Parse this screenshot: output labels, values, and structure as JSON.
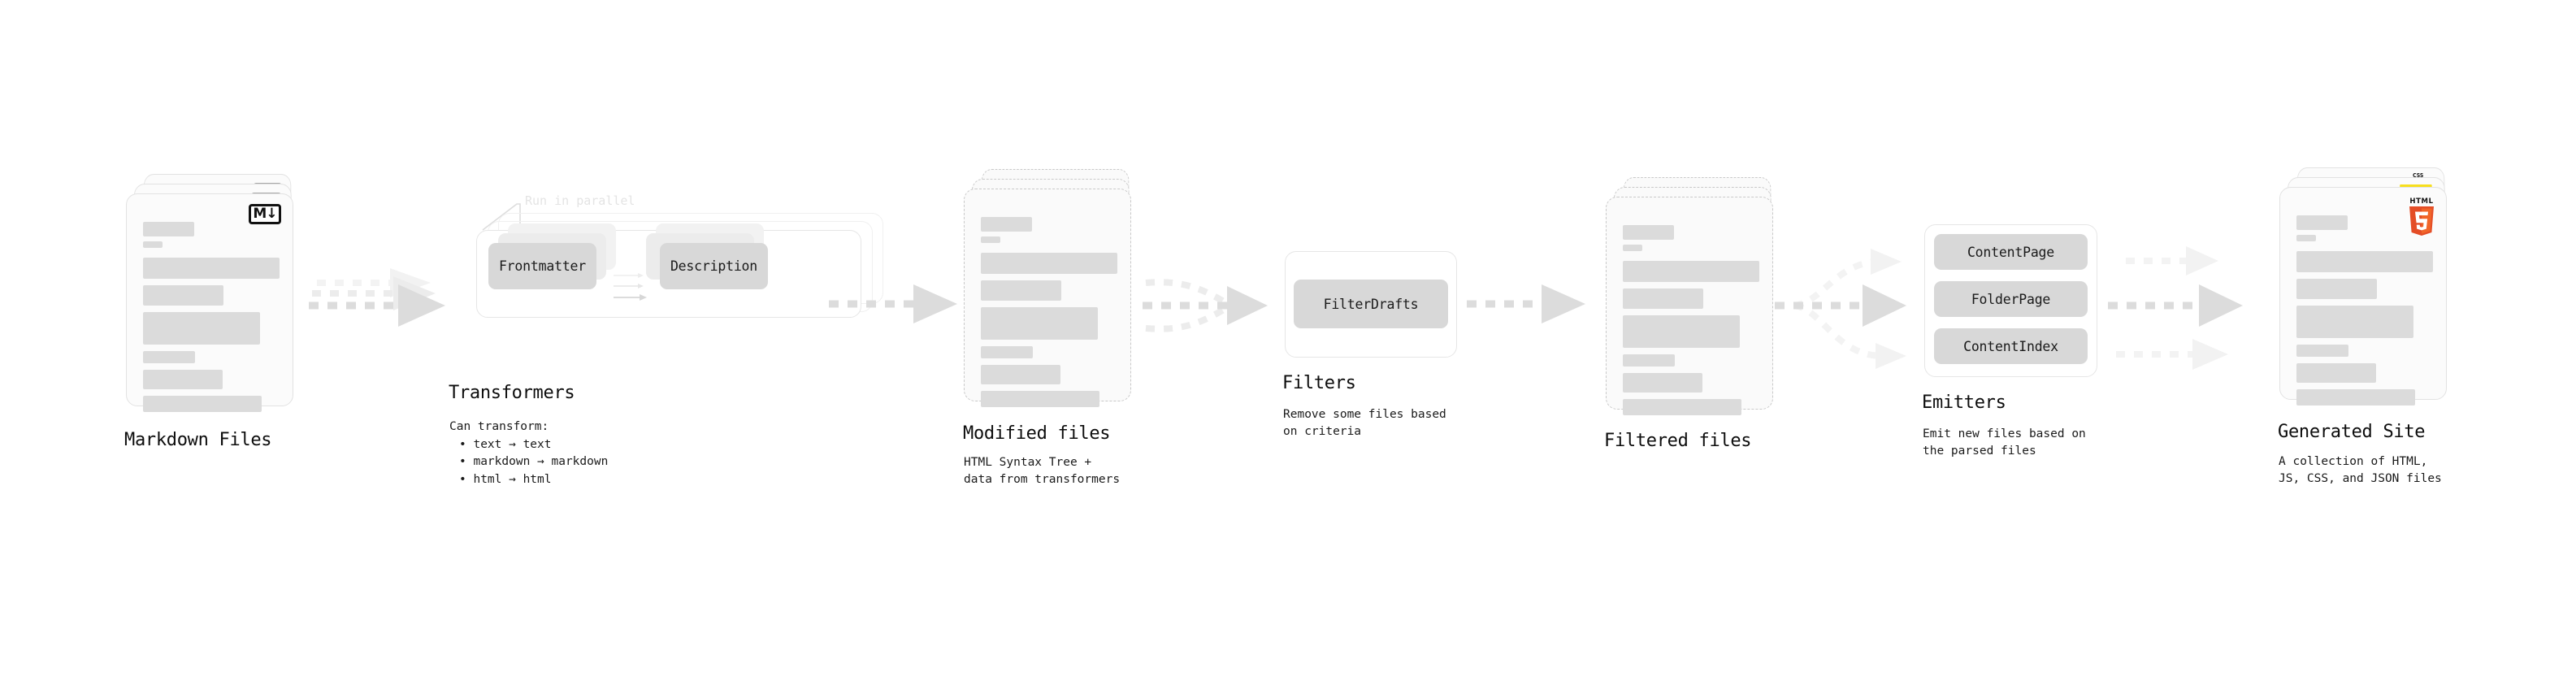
{
  "diagram": {
    "type": "pipeline-flow",
    "stages": [
      {
        "id": "markdown-files",
        "title": "Markdown Files",
        "subtitle": "",
        "kind": "file-stack",
        "badge": "markdown-icon",
        "badge_text": "M↓"
      },
      {
        "id": "transformers",
        "title": "Transformers",
        "subtitle": "Can transform:",
        "kind": "plugin-group",
        "hint": "Run in parallel",
        "chips": [
          "Frontmatter",
          "Description"
        ],
        "bullets": [
          "• text → text",
          "• markdown → markdown",
          "• html → html"
        ]
      },
      {
        "id": "modified-files",
        "title": "Modified files",
        "subtitle": "HTML Syntax Tree +\ndata from transformers",
        "kind": "file-stack-dashed"
      },
      {
        "id": "filters",
        "title": "Filters",
        "subtitle": "Remove some files based\non criteria",
        "kind": "plugin-group",
        "chips": [
          "FilterDrafts"
        ]
      },
      {
        "id": "filtered-files",
        "title": "Filtered files",
        "subtitle": "",
        "kind": "file-stack-dashed"
      },
      {
        "id": "emitters",
        "title": "Emitters",
        "subtitle": "Emit new files based on\nthe parsed files",
        "kind": "plugin-group",
        "chips": [
          "ContentPage",
          "FolderPage",
          "ContentIndex"
        ]
      },
      {
        "id": "generated-site",
        "title": "Generated Site",
        "subtitle": "A collection of HTML,\nJS, CSS, and JSON files",
        "kind": "file-stack",
        "badges": [
          "css3-icon",
          "javascript-icon",
          "html5-icon"
        ],
        "html5_label": "HTML",
        "html5_digit": "5",
        "css_label": "CSS"
      }
    ],
    "colors": {
      "text": "#0d0d0d",
      "bar": "#dbdbdb",
      "chip": "#d8d8d8",
      "arrow": "#dcdcdc",
      "card_border": "#e2e2e2",
      "html5_orange": "#e44d26",
      "css_blue": "#264de4",
      "js_yellow": "#f7df1e"
    }
  }
}
